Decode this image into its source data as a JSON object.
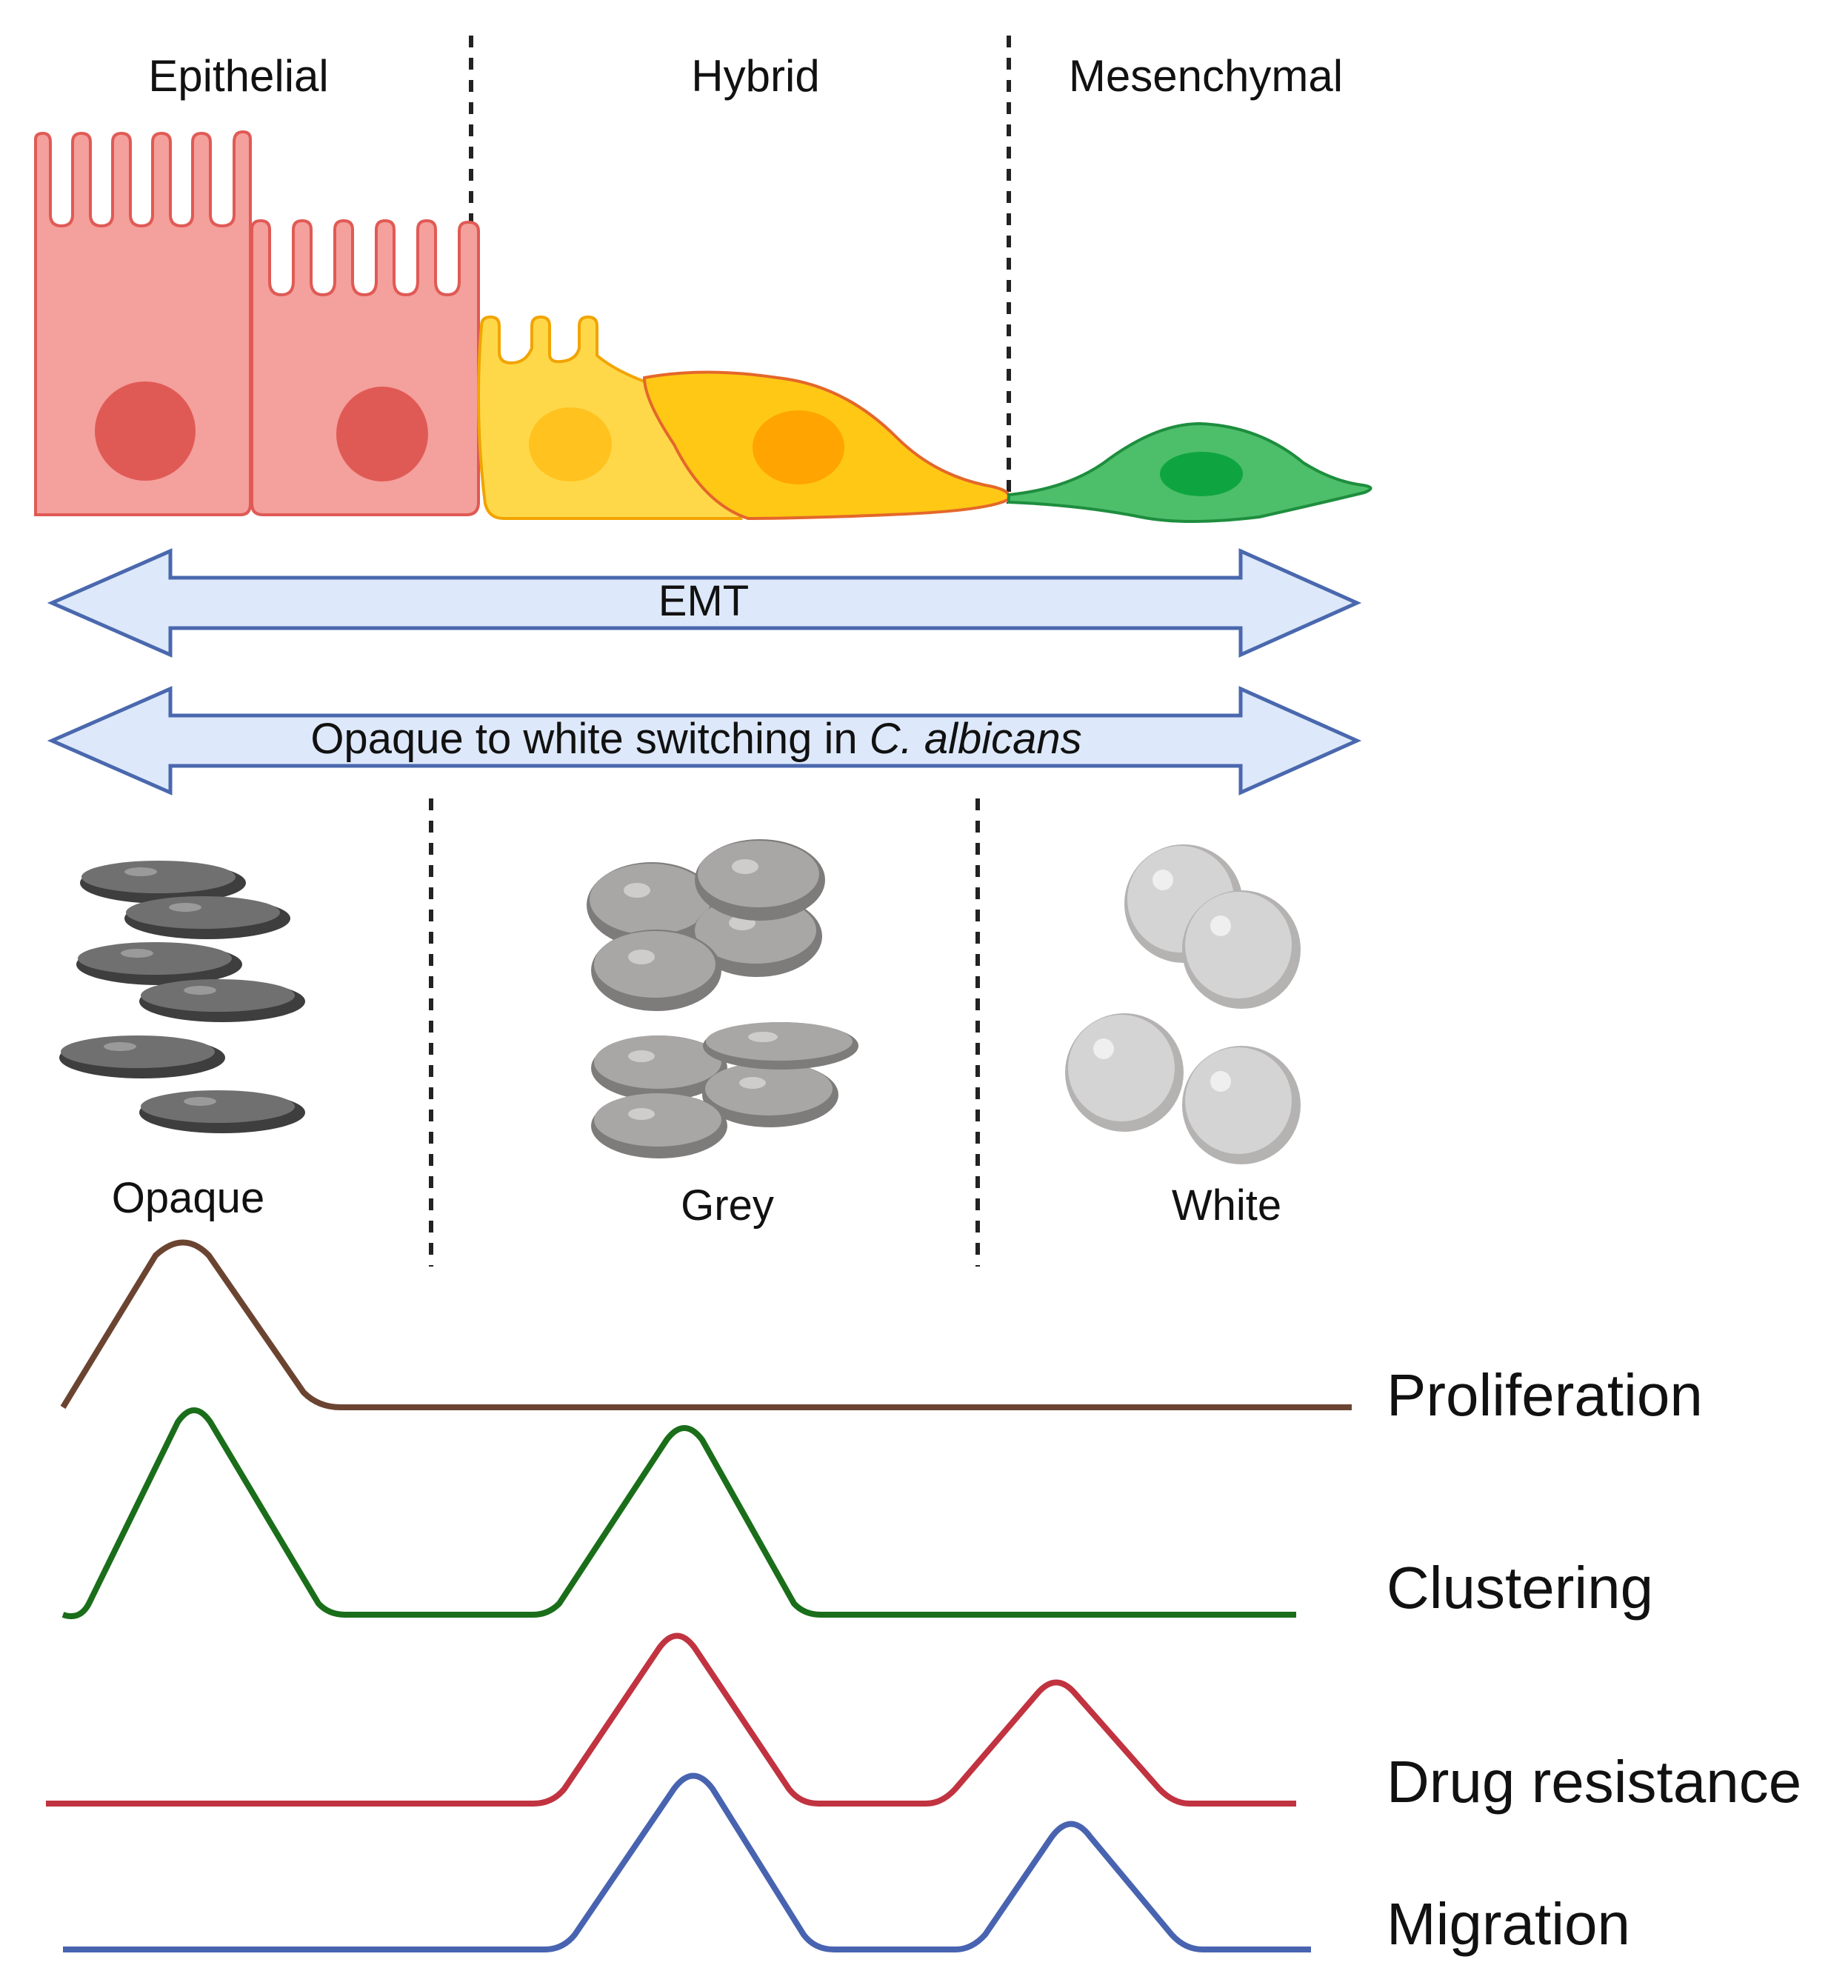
{
  "phases": {
    "epithelial": "Epithelial",
    "hybrid": "Hybrid",
    "mesenchymal": "Mesenchymal"
  },
  "arrows": {
    "emt": "EMT",
    "switching_prefix": "Opaque to white switching in ",
    "switching_species": "C. albicans"
  },
  "morphologies": {
    "opaque": "Opaque",
    "grey": "Grey",
    "white": "White"
  },
  "traits": {
    "proliferation": "Proliferation",
    "clustering": "Clustering",
    "drug_resistance": "Drug resistance",
    "migration": "Migration"
  },
  "colors": {
    "epithelial_fill": "#F4A09C",
    "epithelial_nucleus": "#E05A55",
    "hybrid_fill": "#FFD23F",
    "hybrid_nucleus": "#FFA600",
    "mesenchymal_fill": "#4DBE6A",
    "mesenchymal_nucleus": "#0EA540",
    "arrow_fill": "#DDE8FA",
    "arrow_stroke": "#4A68AE",
    "proliferation_line": "#6B4431",
    "clustering_line": "#1A6E1A",
    "drug_resistance_line": "#C13340",
    "migration_line": "#4863B0"
  }
}
